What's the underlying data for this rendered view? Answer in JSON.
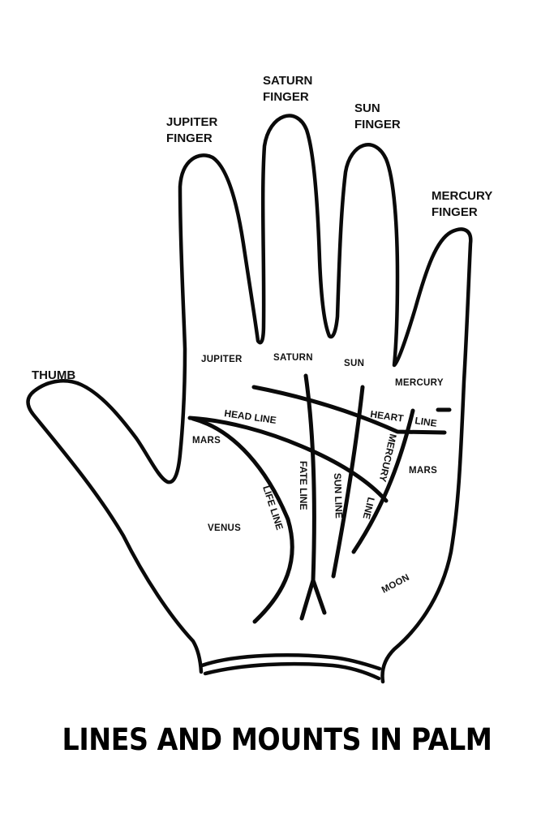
{
  "title": "LINES AND MOUNTS IN PALM",
  "fingers": {
    "jupiter": [
      "JUPITER",
      "FINGER"
    ],
    "saturn": [
      "SATURN",
      "FINGER"
    ],
    "sun": [
      "SUN",
      "FINGER"
    ],
    "mercury": [
      "MERCURY",
      "FINGER"
    ],
    "thumb": "THUMB"
  },
  "mounts": {
    "jupiter": "JUPITER",
    "saturn": "SATURN",
    "sun": "SUN",
    "mercury": "MERCURY",
    "mars_upper": "MARS",
    "mars_lower": "MARS",
    "venus": "VENUS",
    "moon": "MOON"
  },
  "lines": {
    "head": "HEAD LINE",
    "heart_1": "HEART",
    "heart_2": "LINE",
    "life": "LIFE LINE",
    "fate": "FATE LINE",
    "sun": "SUN LINE",
    "mercury_1": "MERCURY",
    "mercury_2": "LINE"
  },
  "colors": {
    "ink": "#0a0a0a",
    "background": "#ffffff"
  }
}
